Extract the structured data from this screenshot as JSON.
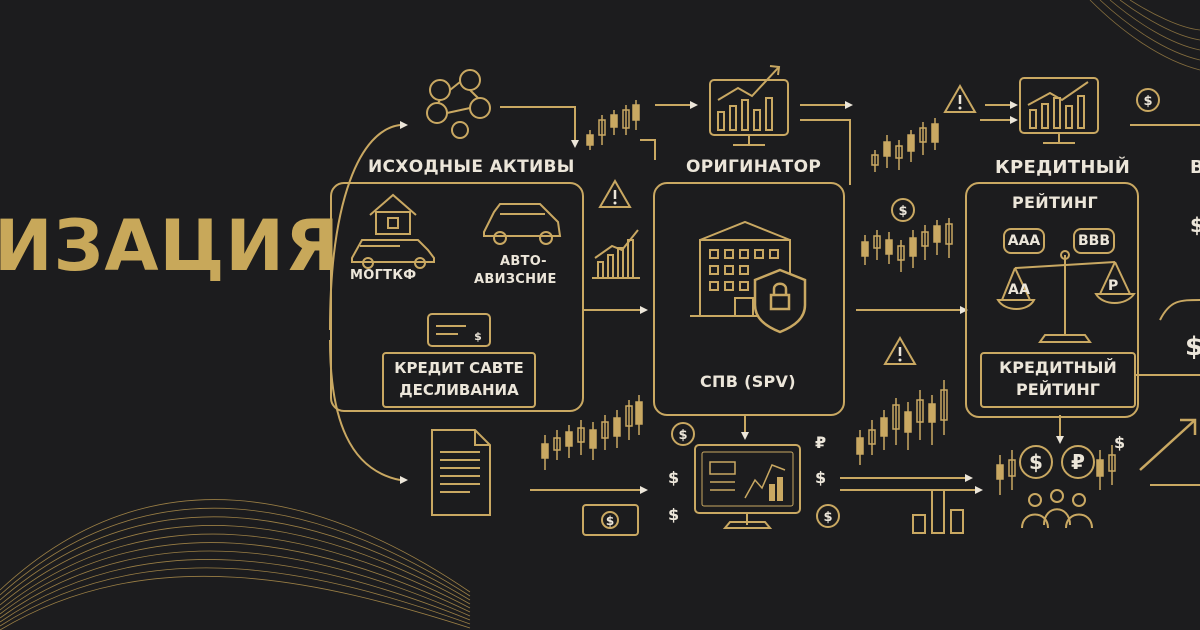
{
  "hero": {
    "title": "ИЗАЦИЯ"
  },
  "nodes": {
    "assets": {
      "heading": "ИСХОДНЫЕ АКТИВЫ",
      "mortgage_label": "МОГТКФ",
      "auto_label_1": "АВТО-",
      "auto_label_2": "АВИЗСНИЕ",
      "credit_line_1": "КРЕДИТ САВТЕ",
      "credit_line_2": "ДЕСЛИВАНИА"
    },
    "originator": {
      "heading": "ОРИГИНАТОР",
      "spv_label": "СПВ (SPV)"
    },
    "rating": {
      "heading_1": "КРЕДИТНЫЙ",
      "heading_2": "РЕЙТИНГ",
      "badge_aaa": "AAA",
      "badge_bbb": "BBB",
      "pan_left": "AA",
      "pan_right": "Р",
      "footer_1": "КРЕДИТНЫЙ",
      "footer_2": "РЕЙТИНГ"
    },
    "cut_label": "В"
  },
  "colors": {
    "background": "#1c1c1e",
    "gold": "#c9a862",
    "text": "#ece6da"
  }
}
